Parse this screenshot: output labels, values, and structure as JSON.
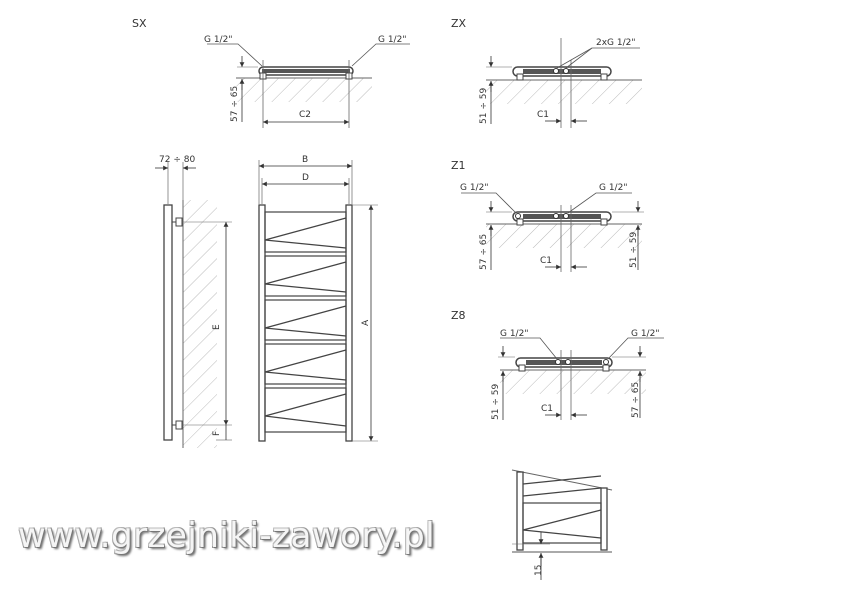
{
  "sections": {
    "sx": "SX",
    "zx": "ZX",
    "z1": "Z1",
    "z8": "Z8"
  },
  "labels": {
    "g_half": "G 1/2\"",
    "two_g_half": "2xG 1/2\"",
    "range_57_65": "57 ÷ 65",
    "range_51_59": "51 ÷ 59",
    "range_72_80": "72 ÷ 80",
    "c1": "C1",
    "c2": "C2",
    "a": "A",
    "b": "B",
    "d": "D",
    "e": "E",
    "f": "F",
    "fifteen": "15"
  },
  "watermark": "www.grzejniki-zawory.pl"
}
